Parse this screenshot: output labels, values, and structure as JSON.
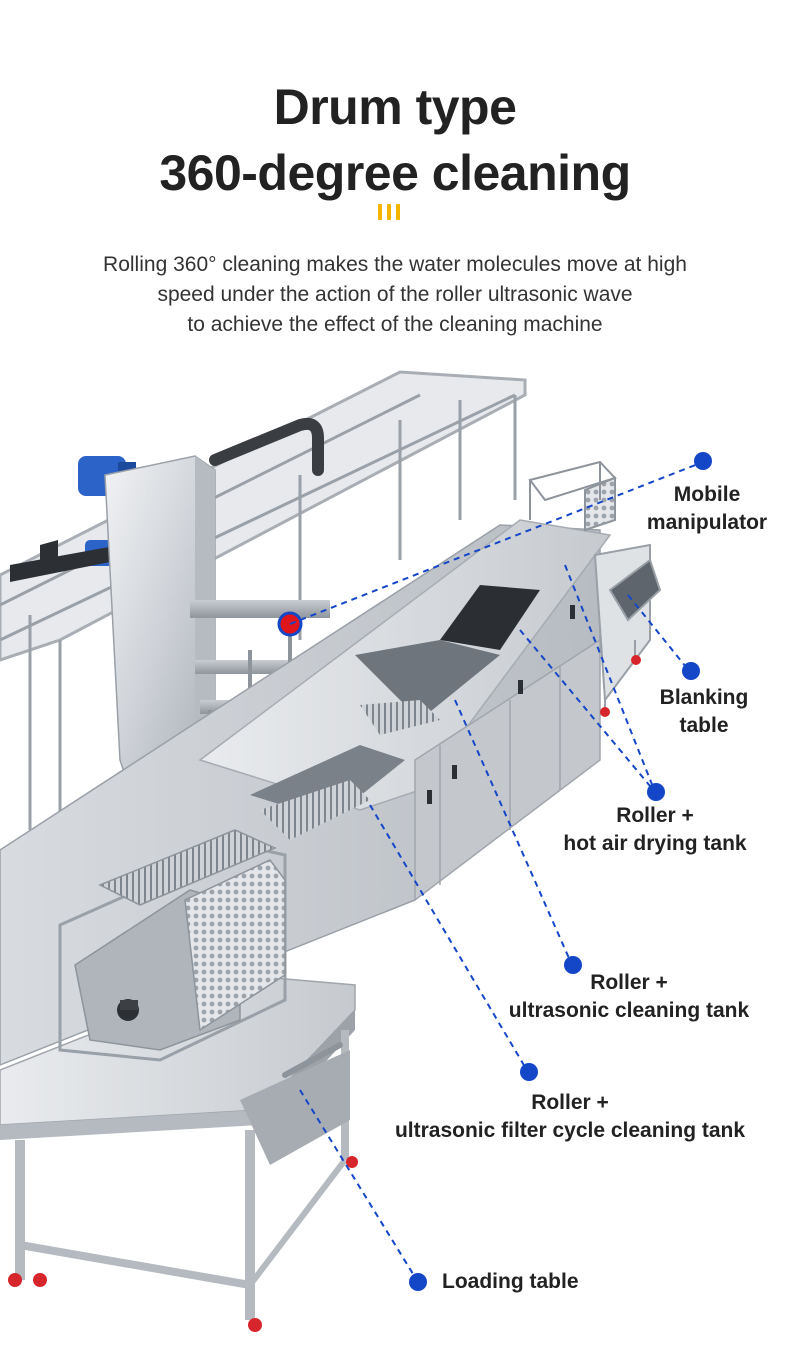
{
  "header": {
    "title_line1": "Drum type",
    "title_line2": "360-degree cleaning",
    "accent_color": "#f4b400"
  },
  "description": {
    "line1": "Rolling 360° cleaning makes the water molecules move at high",
    "line2": "speed under the action of the roller ultrasonic wave",
    "line3": "to achieve the effect of the cleaning machine"
  },
  "callouts": {
    "color": "#1446c8",
    "mobile_manipulator": {
      "line1": "Mobile",
      "line2": "manipulator"
    },
    "blanking_table": {
      "line1": "Blanking",
      "line2": "table"
    },
    "drying_tank": {
      "line1": "Roller +",
      "line2": "hot air drying tank"
    },
    "ultrasonic_tank": {
      "line1": "Roller +",
      "line2": "ultrasonic cleaning tank"
    },
    "filter_tank": {
      "line1": "Roller +",
      "line2": "ultrasonic filter cycle cleaning tank"
    },
    "loading_table": {
      "line1": "Loading table"
    }
  }
}
